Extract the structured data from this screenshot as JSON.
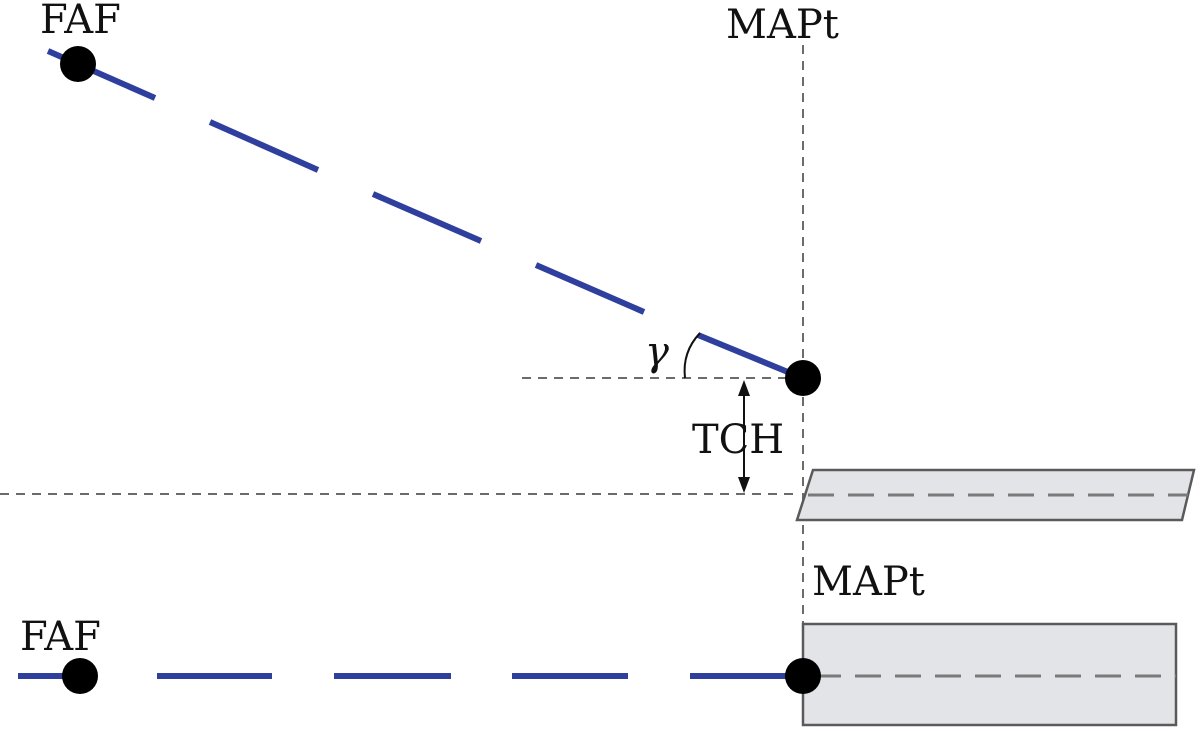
{
  "labels": {
    "faf_profile": "FAF",
    "mapt_profile": "MAPt",
    "gamma": "γ",
    "tch": "TCH",
    "mapt_plan": "MAPt",
    "faf_plan": "FAF"
  },
  "colors": {
    "approach_path": "#2f3f9e",
    "runway_fill": "#e3e4e8",
    "fix_marker": "#000000",
    "guide_line": "#6b6b6b"
  }
}
